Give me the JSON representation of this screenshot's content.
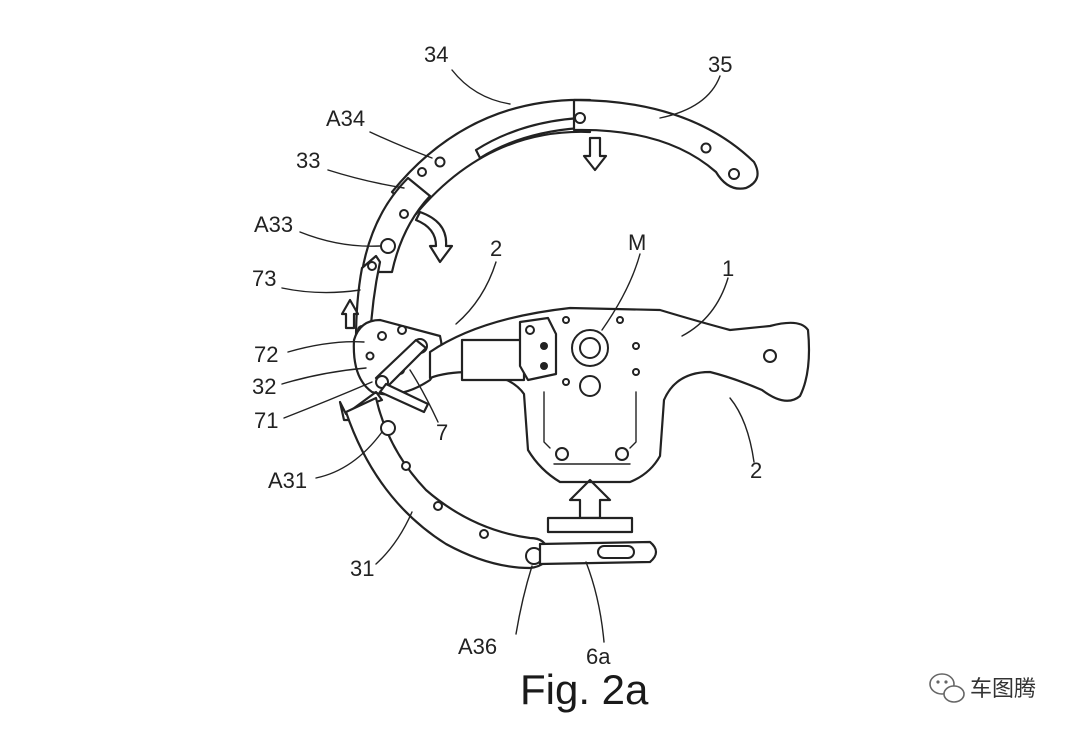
{
  "figure": {
    "caption": "Fig. 2a",
    "labels": {
      "l34": "34",
      "l35": "35",
      "lA34": "A34",
      "l33": "33",
      "lA33": "A33",
      "l2top": "2",
      "lM": "M",
      "l1": "1",
      "l73": "73",
      "l72": "72",
      "l32": "32",
      "l71": "71",
      "l7": "7",
      "lA31": "A31",
      "l2right": "2",
      "l31": "31",
      "lA36": "A36",
      "l6a": "6a"
    }
  },
  "watermark": {
    "text": "车图腾",
    "icon": "wechat-icon"
  }
}
